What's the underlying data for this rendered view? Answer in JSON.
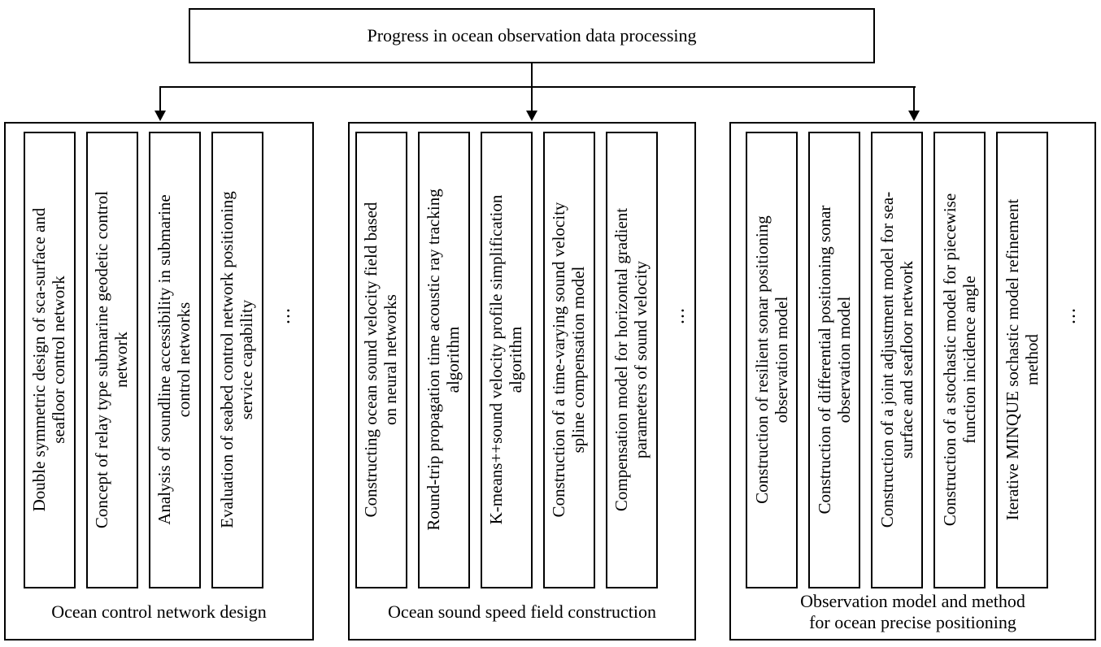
{
  "diagram": {
    "title": "Progress in ocean observation data processing",
    "ellipsis": "...",
    "colors": {
      "line": "#000000",
      "background": "#ffffff",
      "text": "#000000"
    },
    "groups": [
      {
        "label": "Ocean control network design",
        "items": [
          "Double symmetric design of sca-surface and\nseafloor control network",
          "Concept of relay type submarine geodetic control\nnetwork",
          "Analysis of soundline accessibility in submarine\ncontrol networks",
          "Evaluation of seabed control network positioning\nservice capability"
        ]
      },
      {
        "label": "Ocean sound speed field construction",
        "items": [
          "Constructing ocean sound velocity field based\non neural networks",
          "Round-trip propagation time acoustic ray tracking\nalgorithm",
          "K-means++sound velocity profile simplification\nalgorithm",
          "Construction of a time-varying sound velocity\nspline compensation model",
          "Compensation model for horizontal gradient\nparameters of sound velocity"
        ]
      },
      {
        "label": "Observation model and method\nfor ocean precise positioning",
        "items": [
          "Construction of resilient sonar positioning\nobservation model",
          "Construction of differential positioning sonar\nobservation model",
          "Construction of a joint adjustment model for sea-\nsurface and seafloor network",
          "Construction of a stochastic model for piecewise\nfunction incidence angle",
          "Iterative MINQUE sochastic model refinement\nmethod"
        ]
      }
    ]
  }
}
